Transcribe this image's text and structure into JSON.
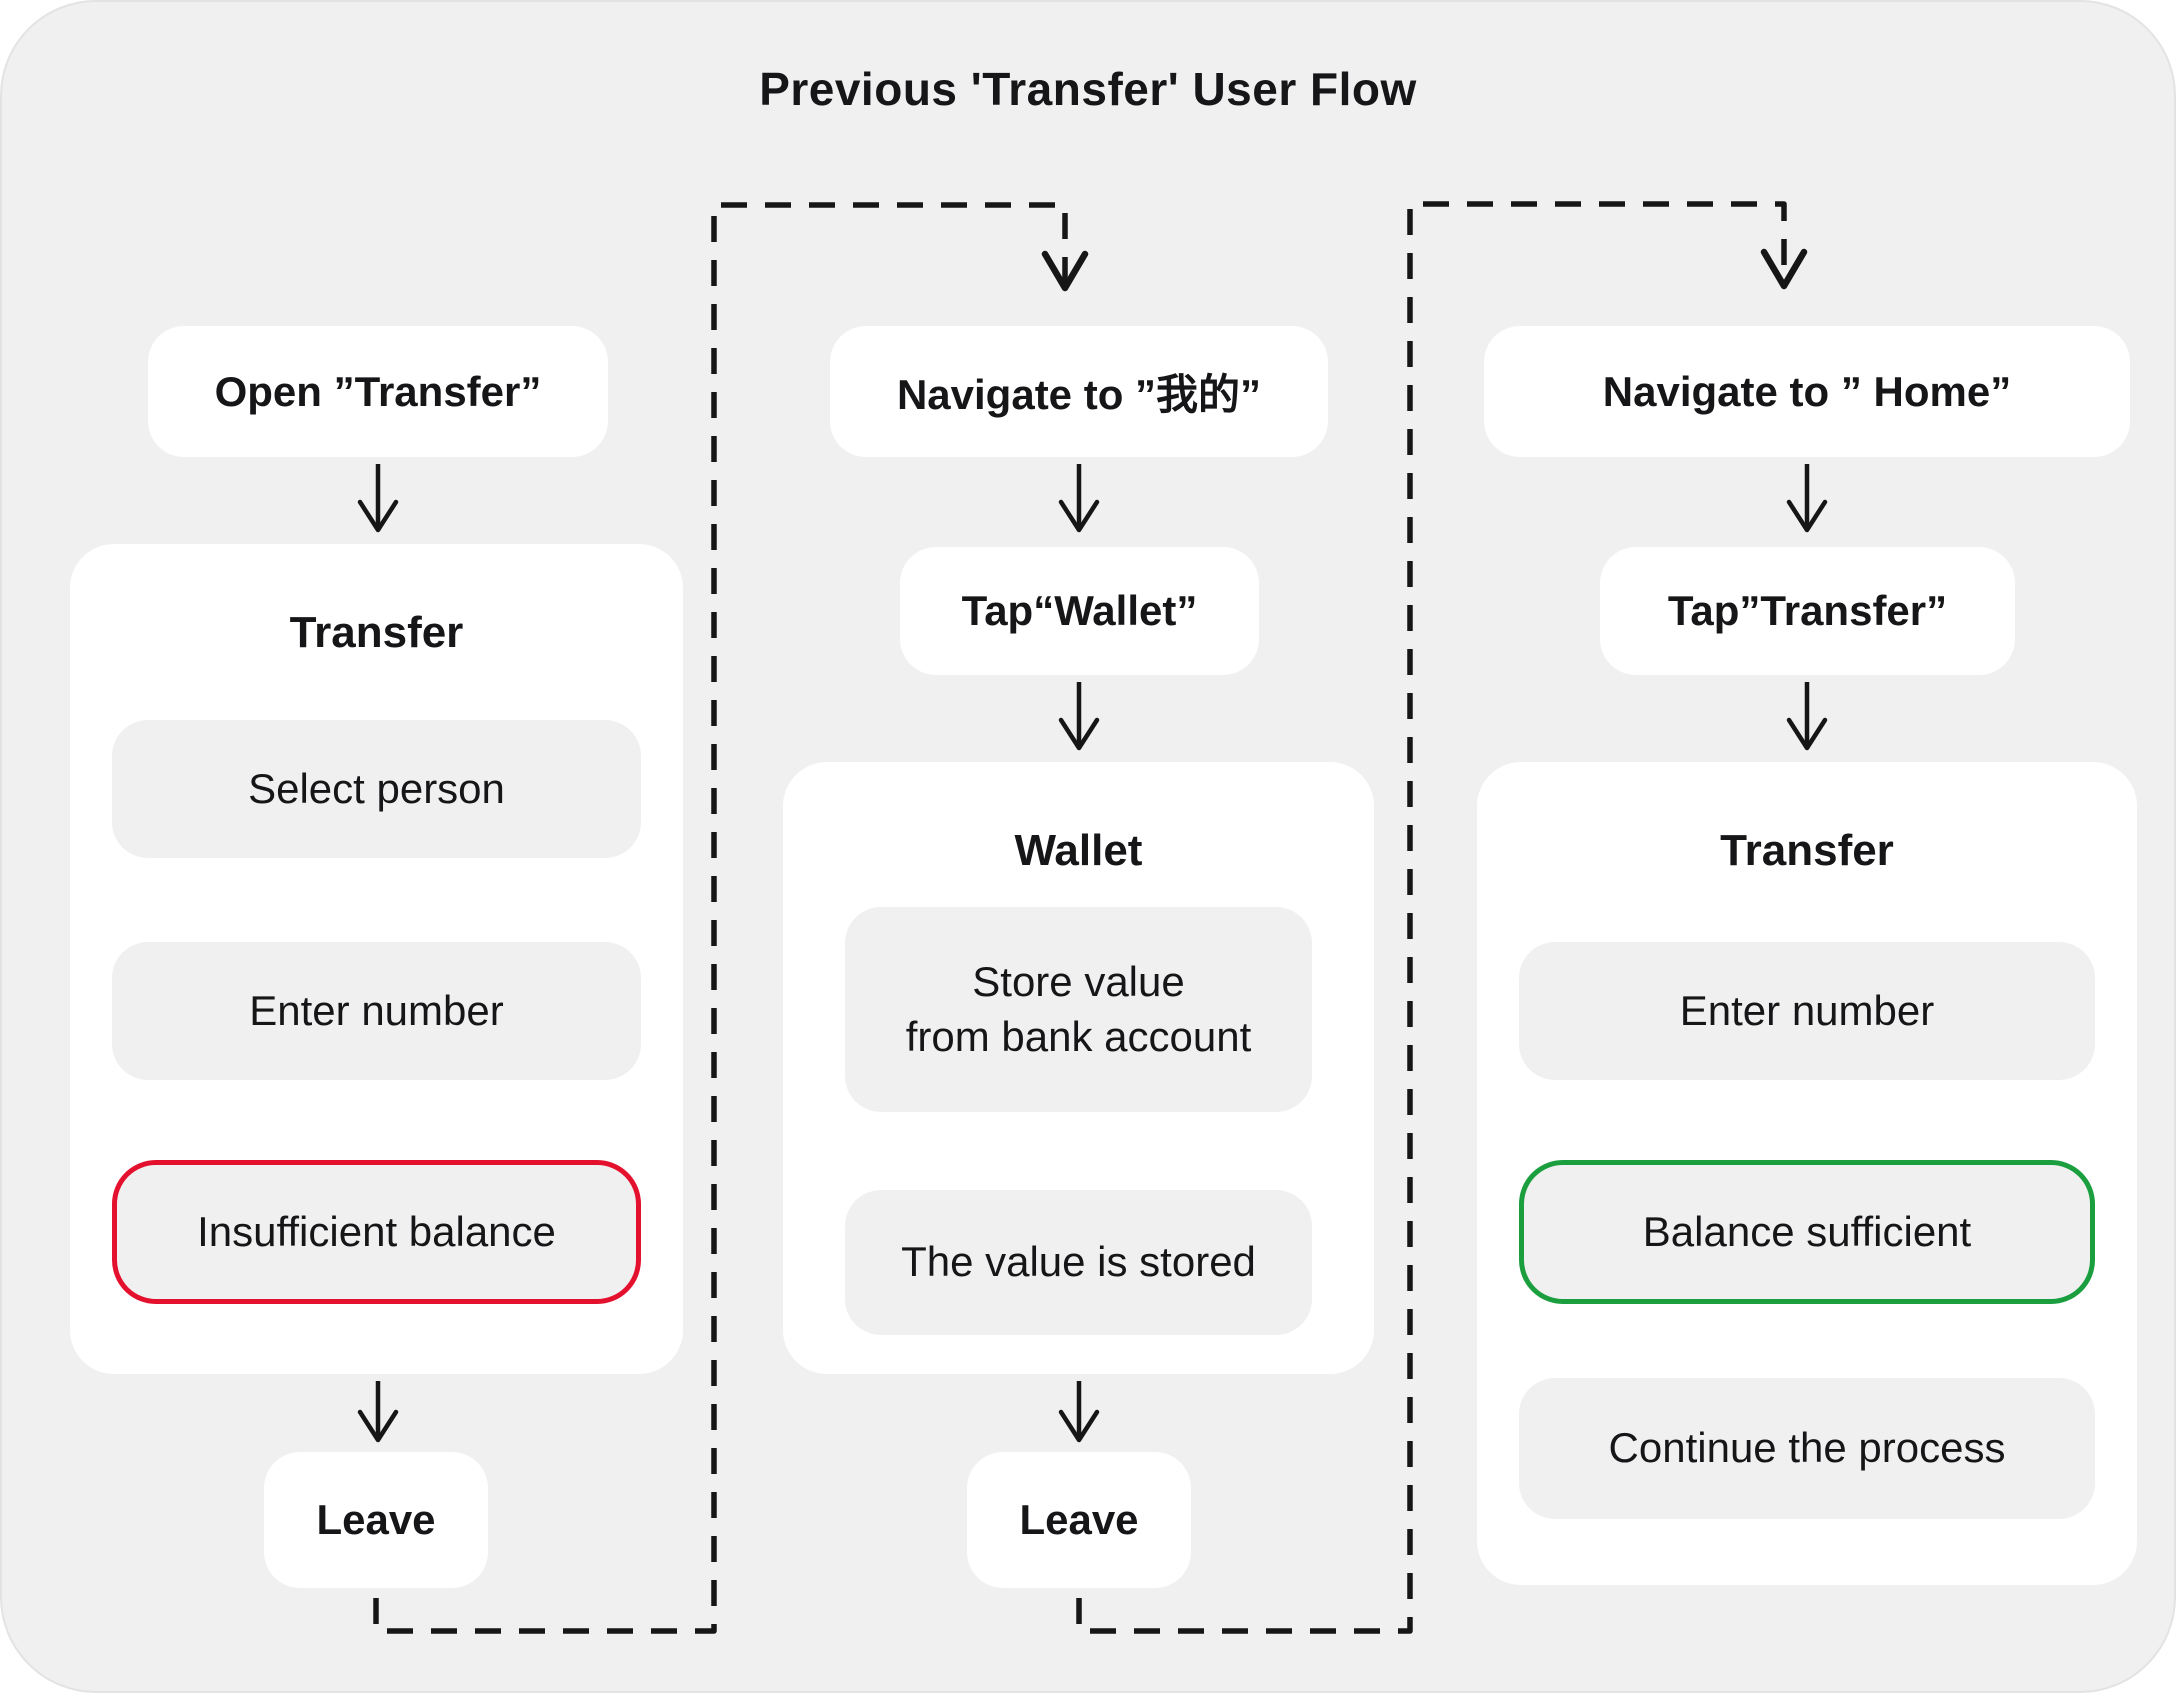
{
  "title": "Previous 'Transfer' User Flow",
  "colors": {
    "background": "#f0f0f1",
    "card": "#ffffff",
    "step_fill": "#f0f0f1",
    "text": "#161618",
    "error_border": "#e3112e",
    "success_border": "#1a9e3e",
    "connector": "#161616"
  },
  "columns": [
    {
      "entry": "Open ”Transfer”",
      "container": {
        "title": "Transfer",
        "steps": [
          {
            "label": "Select person"
          },
          {
            "label": "Enter number"
          },
          {
            "label": "Insufficient balance",
            "variant": "error"
          }
        ]
      },
      "exit": "Leave"
    },
    {
      "entry": "Navigate to ”我的”",
      "tap": "Tap“Wallet”",
      "container": {
        "title": "Wallet",
        "steps": [
          {
            "label": "Store value from bank account",
            "lines": [
              "Store value",
              "from bank account"
            ]
          },
          {
            "label": "The value is stored"
          }
        ]
      },
      "exit": "Leave"
    },
    {
      "entry": "Navigate to ” Home”",
      "tap": "Tap”Transfer”",
      "container": {
        "title": "Transfer",
        "steps": [
          {
            "label": "Enter number"
          },
          {
            "label": "Balance sufficient",
            "variant": "success"
          },
          {
            "label": "Continue the process"
          }
        ]
      }
    }
  ]
}
